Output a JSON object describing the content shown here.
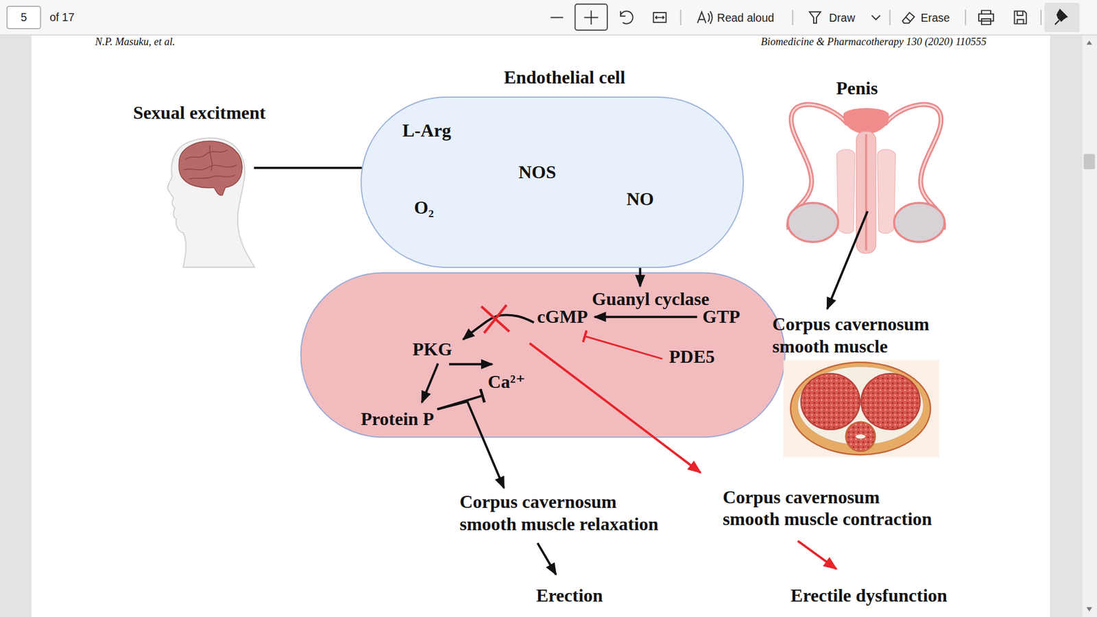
{
  "diagram": {
    "nodes": [
      {
        "text": [
          "Sexual excitment"
        ]
      },
      {
        "text": [
          "Endothelial cell"
        ]
      },
      {
        "text": [
          "L-Arg"
        ],
        "in": 1
      },
      {
        "text": [
          "O₂"
        ],
        "in": 1
      },
      {
        "text": [
          "NOS"
        ],
        "in": 1
      },
      {
        "text": [
          "NO"
        ],
        "in": 1
      },
      {
        "text": [
          "Penis"
        ]
      },
      {
        "text": [
          "Guanyl cyclase"
        ]
      },
      {
        "text": [
          "GTP"
        ]
      },
      {
        "text": [
          "cGMP"
        ]
      },
      {
        "text": [
          "PKG"
        ]
      },
      {
        "text": [
          "Ca²⁺"
        ]
      },
      {
        "text": [
          "PDE5"
        ]
      },
      {
        "text": [
          "Protein P"
        ]
      },
      {
        "text": [
          "Corpus cavernosum smooth muscle"
        ]
      },
      {
        "text": [
          "Corpus cavernosum smooth muscle relaxation"
        ]
      },
      {
        "text": [
          "Corpus cavernosum smooth muscle contraction"
        ]
      },
      {
        "text": [
          "Erection"
        ]
      },
      {
        "text": [
          "Erectile dysfunction"
        ]
      }
    ],
    "edges": [
      {
        "from": 0,
        "to": 1,
        "arrow": "to"
      },
      {
        "from": 2,
        "to": 5,
        "arrow": "to"
      },
      {
        "from": 3,
        "to": 5,
        "arrow": "to"
      },
      {
        "from": 5,
        "to": 7,
        "arrow": "to"
      },
      {
        "from": 8,
        "to": 9,
        "arrow": "to"
      },
      {
        "from": 12,
        "to": 9,
        "arrow": "to"
      },
      {
        "from": 9,
        "to": 10,
        "arrow": "to"
      },
      {
        "from": 10,
        "to": 11,
        "arrow": "to"
      },
      {
        "from": 10,
        "to": 13,
        "arrow": "to"
      },
      {
        "from": 13,
        "to": 11,
        "arrow": "to"
      },
      {
        "from": 13,
        "to": 15,
        "arrow": "to"
      },
      {
        "from": 9,
        "to": 16,
        "arrow": "to"
      },
      {
        "from": 6,
        "to": 14,
        "arrow": "to"
      },
      {
        "from": 15,
        "to": 17,
        "arrow": "to"
      },
      {
        "from": 16,
        "to": 18,
        "arrow": "to"
      }
    ],
    "labels": [
      "5",
      "of 17",
      "Read aloud",
      "Draw",
      "Erase",
      "N.P. Masuku, et al.",
      "Biomedicine & Pharmacotherapy 130 (2020) 110555"
    ]
  }
}
